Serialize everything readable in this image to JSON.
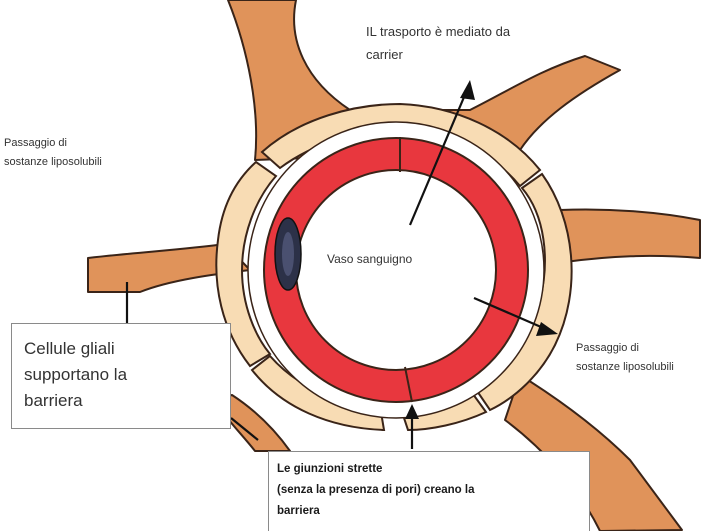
{
  "labels": {
    "carrier": "IL trasporto è mediato da\ncarrier",
    "lipo_left": "Passaggio di\nsostanze liposolubili",
    "lipo_right": "Passaggio di\nsostanze liposolubili",
    "vessel": "Vaso sanguigno",
    "glial": "Cellule gliali\nsupportano la\nbarriera",
    "junctions": "Le giunzioni strette\n(senza la presenza di pori) creano la\nbarriera"
  },
  "colors": {
    "glial_process": "#e0935a",
    "astrocyte_endfoot": "#f8dcb4",
    "endothelium": "#e8373e",
    "outline": "#3a2418",
    "nucleus": "#2c3148",
    "arrow": "#111111"
  }
}
